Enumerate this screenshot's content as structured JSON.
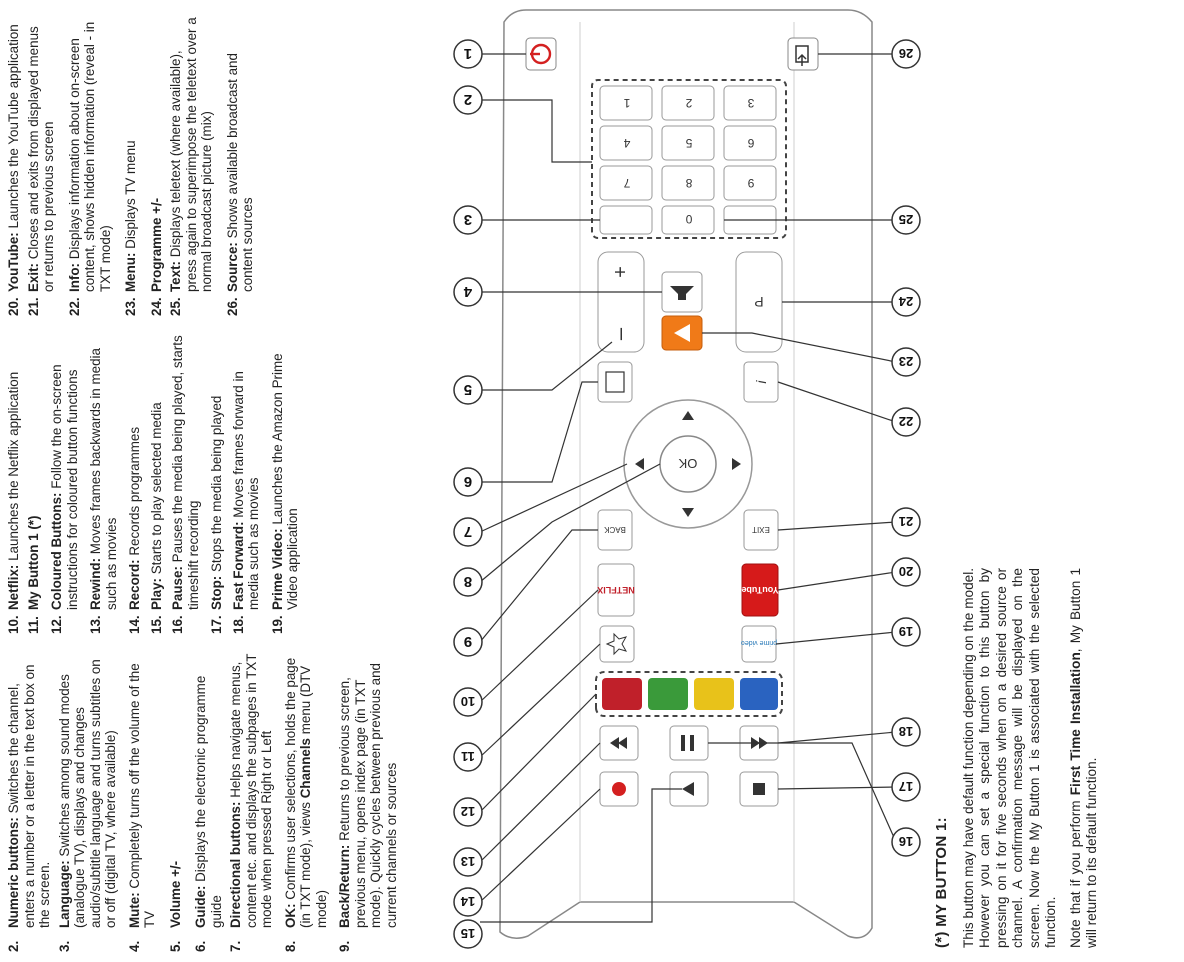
{
  "legend": [
    {
      "num": "2.",
      "term": "Numeric buttons:",
      "text": " Switches the channel, enters a number or a letter in the text box on the screen."
    },
    {
      "num": "3.",
      "term": "Language:",
      "text": " Switches among sound modes (analogue TV), displays and changes audio/subtitle language and turns subtitles on or off (digital TV, where available)"
    },
    {
      "num": "4.",
      "term": "Mute:",
      "text": " Completely turns off the volume of the TV"
    },
    {
      "num": "5.",
      "term": "Volume +/-",
      "text": ""
    },
    {
      "num": "6.",
      "term": "Guide:",
      "text": " Displays the electronic programme guide"
    },
    {
      "num": "7.",
      "term": "Directional buttons:",
      "text": " Helps navigate menus, content etc. and displays the subpages in TXT mode when pressed Right or Left"
    },
    {
      "num": "8.",
      "term": "OK:",
      "text": " Confirms user selections, holds the page (in TXT mode), views ",
      "strong": "Channels",
      "text2": " menu (DTV mode)"
    },
    {
      "num": "9.",
      "term": "Back/Return:",
      "text": " Returns to previous screen, previous menu, opens index page (in TXT mode). Quickly cycles between previous and current channels or sources"
    },
    {
      "num": "10.",
      "term": "Netflix:",
      "text": " Launches the Netflix application"
    },
    {
      "num": "11.",
      "term": "My Button 1 (*)",
      "text": ""
    },
    {
      "num": "12.",
      "term": "Coloured Buttons:",
      "text": " Follow the on-screen instructions for coloured button functions"
    },
    {
      "num": "13.",
      "term": "Rewind:",
      "text": " Moves frames backwards in media such as movies"
    },
    {
      "num": "14.",
      "term": "Record:",
      "text": " Records programmes"
    },
    {
      "num": "15.",
      "term": "Play:",
      "text": " Starts to play selected media"
    },
    {
      "num": "16.",
      "term": "Pause:",
      "text": " Pauses the media being played, starts timeshift recording"
    },
    {
      "num": "17.",
      "term": "Stop:",
      "text": " Stops the media being played"
    },
    {
      "num": "18.",
      "term": "Fast Forward:",
      "text": " Moves frames forward in media such as movies"
    },
    {
      "num": "19.",
      "term": "Prime Video:",
      "text": " Launches the Amazon Prime Video application"
    },
    {
      "num": "20.",
      "term": "YouTube:",
      "text": " Launches the YouTube application"
    },
    {
      "num": "21.",
      "term": "Exit:",
      "text": " Closes and exits from displayed menus or returns to previous screen"
    },
    {
      "num": "22.",
      "term": "Info:",
      "text": " Displays information about on-screen content, shows hidden information (reveal - in TXT mode)"
    },
    {
      "num": "23.",
      "term": "Menu:",
      "text": " Displays TV menu"
    },
    {
      "num": "24.",
      "term": "Programme +/-",
      "text": ""
    },
    {
      "num": "25.",
      "term": "Text:",
      "text": " Displays teletext (where available), press again to superimpose the teletext over a normal broadcast picture (mix)"
    },
    {
      "num": "26.",
      "term": "Source:",
      "text": " Shows available broadcast and content sources"
    }
  ],
  "note": {
    "heading": "(*) MY BUTTON 1:",
    "p1": "This button may have default function depending on the model. However you can set a special function to this button by pressing on it for five seconds when on a desired source or channel. A confirmation message will be displayed on the screen. Now the My Button 1 is associated with the selected function.",
    "p2_a": "Note that if you perform ",
    "p2_b": "First Time Installation",
    "p2_c": ", My Button 1 will return to its default function."
  },
  "remote": {
    "callouts": [
      "1",
      "2",
      "3",
      "4",
      "5",
      "6",
      "7",
      "8",
      "9",
      "10",
      "11",
      "12",
      "13",
      "14",
      "15",
      "16",
      "17",
      "18",
      "19",
      "20",
      "21",
      "22",
      "23",
      "24",
      "25",
      "26"
    ],
    "keys": {
      "k1": "1",
      "k2": "2",
      "k3": "3",
      "k4": "4",
      "k5": "5",
      "k6": "6",
      "k7": "7",
      "k8": "8",
      "k9": "9",
      "k0": "0",
      "ok": "OK",
      "back": "BACK",
      "exit": "EXIT",
      "info": "i",
      "p": "P",
      "netflix": "NETFLIX",
      "youtube": "YouTube",
      "prime": "prime video"
    },
    "colors": {
      "red": "#c0202a",
      "green": "#3a9a3a",
      "yellow": "#e8c21a",
      "blue": "#2a63c0",
      "menu_orange": "#f07a18",
      "power_red": "#d42020"
    }
  }
}
